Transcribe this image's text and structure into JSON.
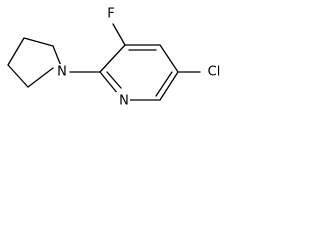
{
  "molecule": {
    "atoms": {
      "fluorine": "F",
      "chlorine": "Cl",
      "pyridine_nitrogen": "N",
      "pyrrolidine_nitrogen": "N"
    }
  }
}
